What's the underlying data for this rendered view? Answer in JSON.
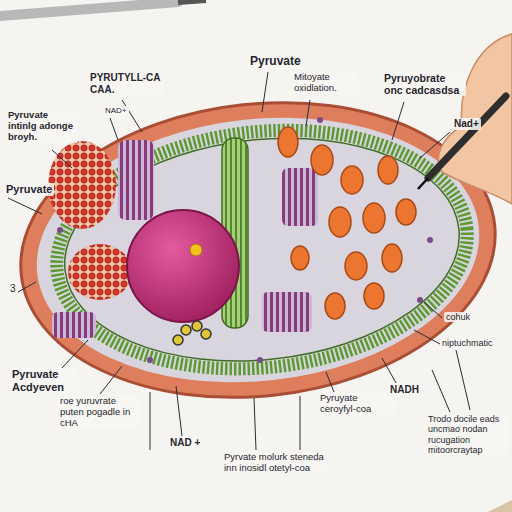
{
  "diagram": {
    "labels": [
      "Pyruvate",
      "PYRUTYLL-CA CAA.",
      "Mitoyate oxidlation.",
      "Pyruyobrate onc cadcasdsa",
      "NAD+",
      "Pyruvate intinlg adonge broyh.",
      "Nad+",
      "Pyruvate",
      "3",
      "cohuk",
      "niptuchmatic",
      "Pyruvate Acdyeven",
      "NADH",
      "Pyruyate ceroyfyl-coa",
      "roe yuruvrate puten pogadle in cHA",
      "Trodo docile eads uncmao nodan rucugation mitoorcraytap",
      "NAD +",
      "Pyrvate molurk steneda inn inosidl otetyl-coa"
    ]
  }
}
